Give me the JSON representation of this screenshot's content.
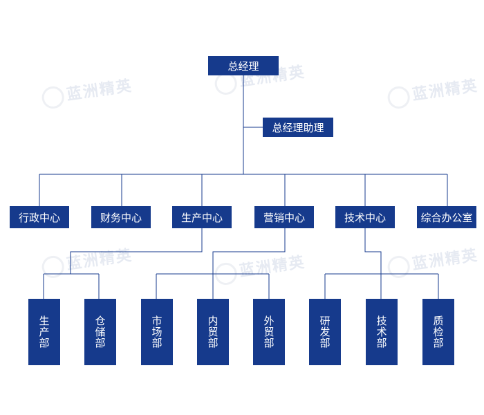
{
  "watermark": "蓝洲精英",
  "colors": {
    "box": "#163a8c",
    "line": "#163a8c",
    "text": "#ffffff"
  },
  "nodes": {
    "ceo": "总经理",
    "assistant": "总经理助理",
    "centers": [
      "行政中心",
      "财务中心",
      "生产中心",
      "营销中心",
      "技术中心",
      "综合办公室"
    ],
    "depts": [
      "生产部",
      "仓储部",
      "市场部",
      "内贸部",
      "外贸部",
      "研发部",
      "技术部",
      "质检部"
    ]
  }
}
